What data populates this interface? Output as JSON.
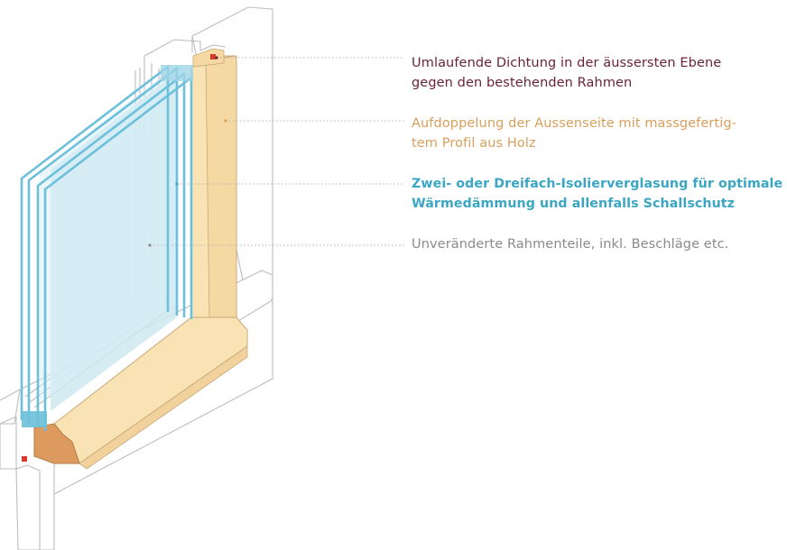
{
  "labels": [
    {
      "id": "seal",
      "lines": [
        "Umlaufende Dichtung in der äussersten Ebene",
        "gegen den bestehenden Rahmen"
      ],
      "color": "#6a2336"
    },
    {
      "id": "wood",
      "lines": [
        "Aufdoppelung der Aussenseite mit massgefertig-",
        "tem Profil aus Holz"
      ],
      "color": "#d99e5c"
    },
    {
      "id": "glass",
      "lines": [
        "Zwei- oder Dreifach-Isolierverglasung für optimale",
        "Wärmedämmung und allenfalls Schallschutz"
      ],
      "color": "#3ba6c4"
    },
    {
      "id": "frame",
      "lines": [
        "Unveränderte Rahmenteile, inkl. Beschläge etc."
      ],
      "color": "#8a8a8a"
    }
  ],
  "colors": {
    "seal": "#d93a2b",
    "wood_light": "#f9e3b4",
    "wood_dark": "#dc9a5e",
    "glass": "#6cc0dc",
    "glass_fill": "#cfe9f1",
    "frame_line": "#b9b9b9"
  }
}
